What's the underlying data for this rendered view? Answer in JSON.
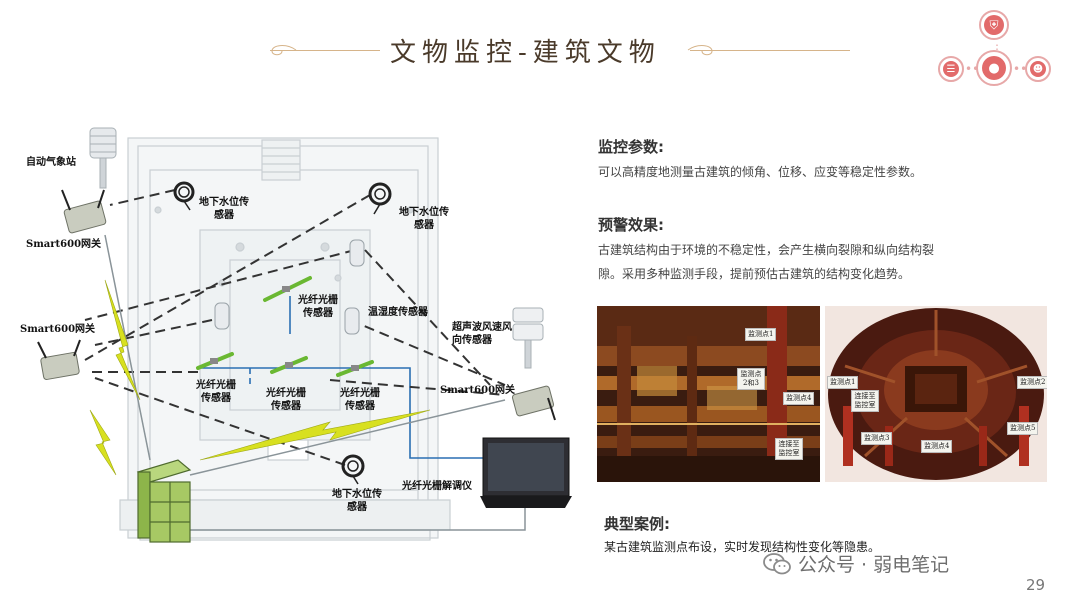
{
  "header": {
    "title": "文物监控-建筑文物",
    "nav_icons": [
      "shield-icon",
      "layers-icon",
      "location-icon",
      "person-icon"
    ]
  },
  "diagram": {
    "labels": {
      "weather_station": "自动气象站",
      "gateway_top_left": "Smart600网关",
      "gateway_mid_left": "Smart600网关",
      "gateway_right": "Smart600网关",
      "water_level_1": "地下水位传感器",
      "water_level_2": "地下水位传感器",
      "water_level_3": "地下水位传感器",
      "fbg_top": "光纤光栅传感器",
      "fbg_bottom_1": "光纤光栅传感器",
      "fbg_bottom_2": "光纤光栅传感器",
      "fbg_bottom_3": "光纤光栅传感器",
      "temp_humidity": "温湿度传感器",
      "ultrasonic_wind": "超声波风速风向传感器",
      "fbg_demodulator": "光纤光栅解调仪"
    }
  },
  "panel": {
    "params_title": "监控参数:",
    "params_body": "可以高精度地测量古建筑的倾角、位移、应变等稳定性参数。",
    "warning_title": "预警效果:",
    "warning_line1": "古建筑结构由于环境的不稳定性，会产生横向裂隙和纵向结构裂",
    "warning_line2": "隙。采用多种监测手段，提前预估古建筑的结构变化趋势。",
    "case_title": "典型案例:",
    "case_body": "某古建筑监测点布设，实时发现结构性变化等隐患。"
  },
  "photo1": {
    "tags": [
      "监测点1",
      "监测点2和3",
      "监测点4",
      "连接至监控室"
    ]
  },
  "photo2": {
    "tags": [
      "监测点1",
      "连接至监控室",
      "监测点2",
      "监测点3",
      "监测点4",
      "监测点5"
    ]
  },
  "footer": {
    "watermark": "公众号 · 弱电笔记",
    "page_number": "29"
  },
  "colors": {
    "title": "#4a3a2a",
    "accent_red": "#e26a6a",
    "deco_line": "#d6b48a",
    "lightning": "#d8e020",
    "fiber_blue": "#2a6fb3"
  }
}
